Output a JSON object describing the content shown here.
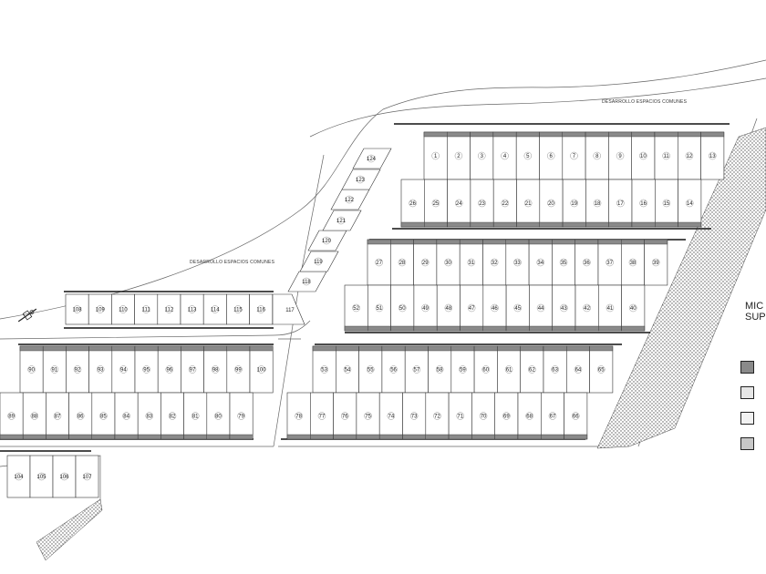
{
  "labels": {
    "top_common": "DESARROLLO ESPACIOS COMUNES",
    "mid_common": "DESARROLLO ESPACIOS COMUNES"
  },
  "legend": {
    "title_line1": "MIC",
    "title_line2": "SUP",
    "swatches": [
      {
        "name": "dark-gray",
        "color": "#8a8a8a"
      },
      {
        "name": "light-dotted",
        "color": "#e6e6e6"
      },
      {
        "name": "fine-dotted",
        "color": "#f2f2f2"
      },
      {
        "name": "mid-gray",
        "color": "#c8c8c8"
      }
    ]
  },
  "blocks": {
    "block_a_top": [
      "1",
      "2",
      "3",
      "4",
      "5",
      "6",
      "7",
      "8",
      "9",
      "10",
      "11",
      "12",
      "13"
    ],
    "block_a_bottom": [
      "26",
      "25",
      "24",
      "23",
      "22",
      "21",
      "20",
      "19",
      "18",
      "17",
      "16",
      "15",
      "14"
    ],
    "block_b_top": [
      "27",
      "28",
      "29",
      "30",
      "31",
      "32",
      "33",
      "34",
      "35",
      "36",
      "37",
      "38",
      "39"
    ],
    "block_b_bottom": [
      "52",
      "51",
      "50",
      "49",
      "48",
      "47",
      "46",
      "45",
      "44",
      "43",
      "42",
      "41",
      "40"
    ],
    "block_c_top": [
      "53",
      "54",
      "55",
      "56",
      "57",
      "58",
      "59",
      "60",
      "61",
      "62",
      "63",
      "64",
      "65"
    ],
    "block_c_bottom": [
      "78",
      "77",
      "76",
      "75",
      "74",
      "73",
      "72",
      "71",
      "70",
      "69",
      "68",
      "67",
      "66"
    ],
    "block_d_top": [
      "90",
      "91",
      "92",
      "93",
      "94",
      "95",
      "96",
      "97",
      "98",
      "99",
      "100"
    ],
    "block_d_bottom": [
      "89",
      "88",
      "87",
      "86",
      "85",
      "84",
      "83",
      "82",
      "81",
      "80",
      "79"
    ],
    "block_e": [
      "108",
      "109",
      "110",
      "111",
      "112",
      "113",
      "114",
      "115",
      "116"
    ],
    "block_e_end": "117",
    "block_f": [
      "118",
      "119",
      "120",
      "121",
      "122",
      "123",
      "124"
    ],
    "block_g": [
      "104",
      "105",
      "106",
      "107"
    ]
  },
  "colors": {
    "band": "#8a8a8a",
    "line": "#333333"
  }
}
